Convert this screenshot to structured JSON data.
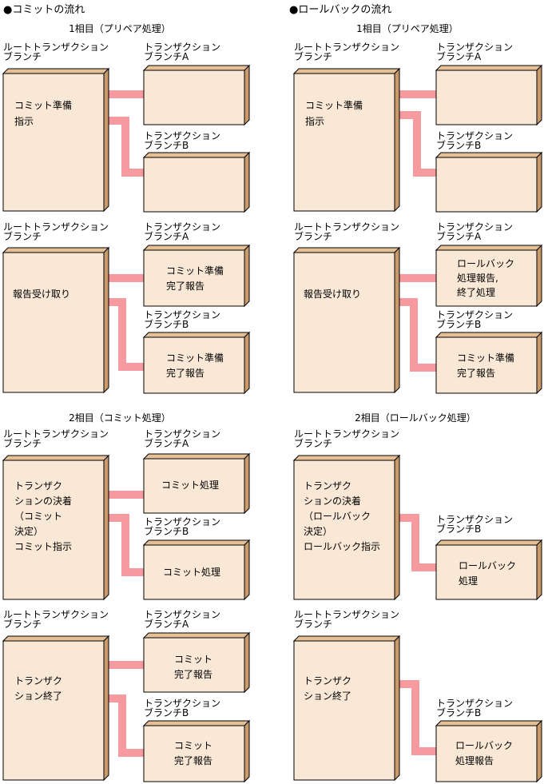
{
  "sections": {
    "commit": {
      "heading": "●コミットの流れ"
    },
    "rollback": {
      "heading": "●ロールバックの流れ"
    }
  },
  "labels": {
    "root_branch": [
      "ルートトランザクション",
      "ブランチ"
    ],
    "branch_a": [
      "トランザクション",
      "ブランチA"
    ],
    "branch_b": [
      "トランザクション",
      "ブランチB"
    ]
  },
  "phase_titles": {
    "commit_phase1": "1相目（プリペア処理）",
    "rollback_phase1": "1相目（プリペア処理）",
    "commit_phase2": "2相目（コミット処理）",
    "rollback_phase2": "2相目（ロールバック処理）"
  },
  "box_texts": {
    "commit_prepare_root": [
      "コミット準備",
      "指示"
    ],
    "commit_report_root": [
      "報告受け取り"
    ],
    "commit_report_a": [
      "コミット準備",
      "完了報告"
    ],
    "commit_report_b": [
      "コミット準備",
      "完了報告"
    ],
    "commit_decide_root": [
      "トランザク",
      "ションの決着",
      "（コミット",
      "決定）",
      "コミット指示"
    ],
    "commit_process_a": [
      "コミット処理"
    ],
    "commit_process_b": [
      "コミット処理"
    ],
    "commit_end_root": [
      "トランザク",
      "ション終了"
    ],
    "commit_end_a": [
      "コミット",
      "完了報告"
    ],
    "commit_end_b": [
      "コミット",
      "完了報告"
    ],
    "rb_prepare_root": [
      "コミット準備",
      "指示"
    ],
    "rb_report_root": [
      "報告受け取り"
    ],
    "rb_report_a": [
      "ロールバック",
      "処理報告,",
      "終了処理"
    ],
    "rb_report_b": [
      "コミット準備",
      "完了報告"
    ],
    "rb_decide_root": [
      "トランザク",
      "ションの決着",
      "（ロールバック",
      "決定）",
      "ロールバック指示"
    ],
    "rb_process_b": [
      "ロールバック",
      "処理"
    ],
    "rb_end_root": [
      "トランザク",
      "ション終了"
    ],
    "rb_end_b": [
      "ロールバック",
      "処理報告"
    ]
  },
  "colors": {
    "box_front": "#fae8d6",
    "box_side": "#c89a6c",
    "box_top": "#e5bf96",
    "arrow": "#f79aa0",
    "text": "#000000"
  }
}
